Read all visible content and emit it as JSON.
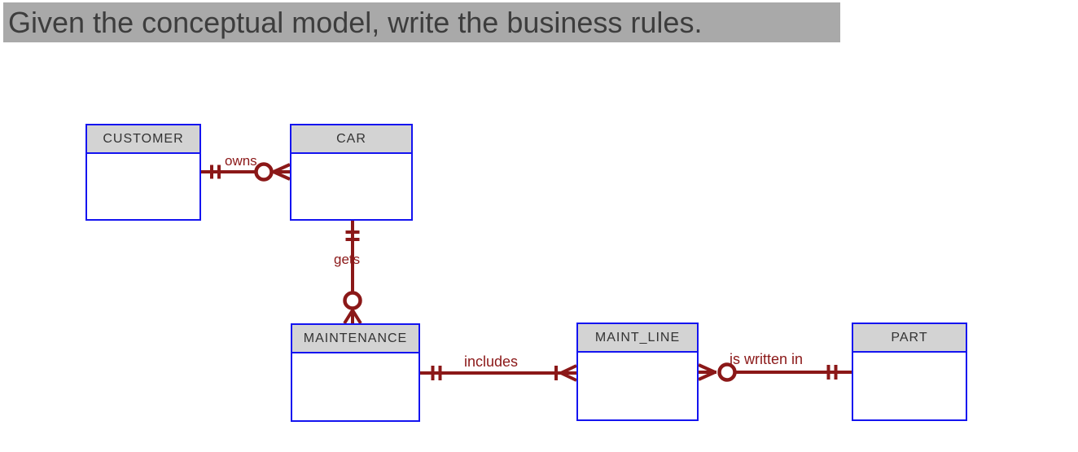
{
  "title": {
    "text": "Given the conceptual model, write the business rules.",
    "highlight_color": "#A9A9A9",
    "text_color": "#3D3D3D"
  },
  "colors": {
    "entity_border": "#1414F0",
    "entity_header_bg": "#D3D3D3",
    "entity_body_bg": "#FFFFFF",
    "entity_label": "#333333",
    "relationship": "#8B1818"
  },
  "diagram": {
    "type": "entity-relationship-diagram",
    "notation": "crows-foot",
    "entities": [
      {
        "label": "CUSTOMER"
      },
      {
        "label": "CAR"
      },
      {
        "label": "MAINTENANCE"
      },
      {
        "label": "MAINT_LINE"
      },
      {
        "label": "PART"
      }
    ],
    "relationships": [
      {
        "label": "owns",
        "from": "CUSTOMER",
        "to": "CAR",
        "from_cardinality": "one-and-only-one",
        "to_cardinality": "zero-or-many"
      },
      {
        "label": "gets",
        "from": "CAR",
        "to": "MAINTENANCE",
        "from_cardinality": "one-and-only-one",
        "to_cardinality": "zero-or-many"
      },
      {
        "label": "includes",
        "from": "MAINTENANCE",
        "to": "MAINT_LINE",
        "from_cardinality": "one-and-only-one",
        "to_cardinality": "one-or-many"
      },
      {
        "label": "is written in",
        "from": "MAINT_LINE",
        "to": "PART",
        "from_cardinality": "zero-or-many",
        "to_cardinality": "one-and-only-one"
      }
    ]
  }
}
